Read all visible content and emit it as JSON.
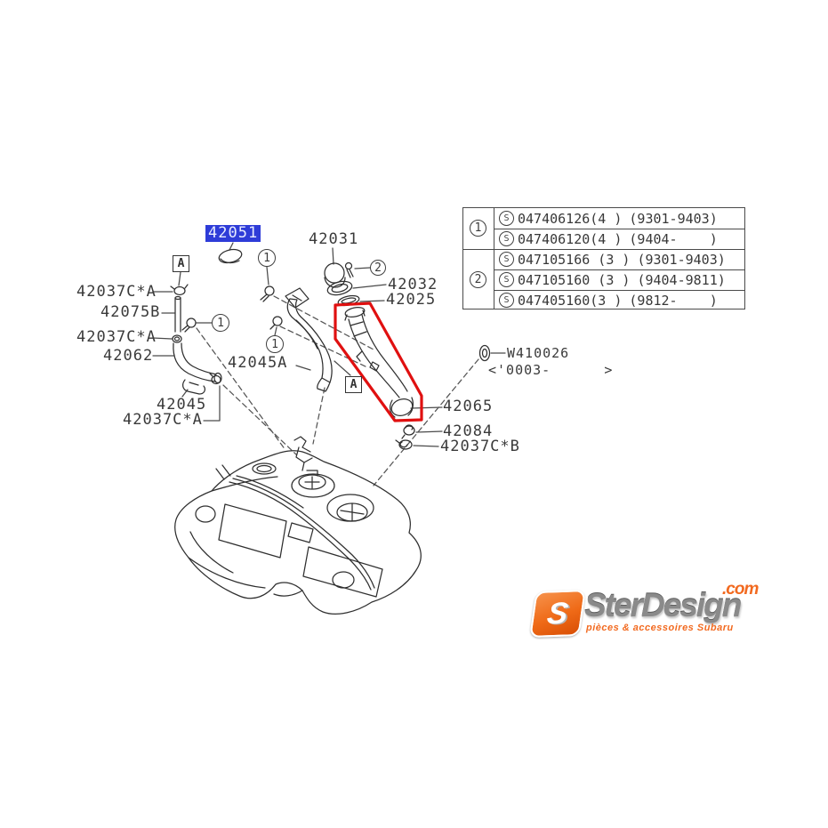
{
  "meta": {
    "kind": "subaru-fuel-filler-pipe-parts-diagram",
    "colors": {
      "line": "#2f2f2f",
      "selection_bg": "#2e3cd8",
      "selection_fg": "#e8ecff",
      "red_outline": "#e01010",
      "logo_orange": "#f26a20",
      "logo_gray": "#8a8a8a"
    },
    "selected_part": "42051",
    "red_outlined_part": "42065"
  },
  "labels": {
    "p42051": "42051",
    "p42031": "42031",
    "p42032": "42032",
    "p42025": "42025",
    "p42037ca": "42037C*A",
    "p42075b": "42075B",
    "p42062": "42062",
    "p42045a": "42045A",
    "p42045": "42045",
    "p42065": "42065",
    "p42084": "42084",
    "p42037cb": "42037C*B",
    "w410026": "W410026",
    "w410026_range": "<'0003-      >",
    "ref_a": "A",
    "ref_1": "1",
    "ref_2": "2"
  },
  "table": {
    "s_mark": "S",
    "groups": [
      {
        "ref": "1",
        "rows": [
          {
            "part": "047406126(4 )",
            "range": "(9301-9403)"
          },
          {
            "part": "047406120(4 )",
            "range": "(9404-    )"
          }
        ]
      },
      {
        "ref": "2",
        "rows": [
          {
            "part": "047105166 (3 )",
            "range": "(9301-9403)"
          },
          {
            "part": "047105160 (3 )",
            "range": "(9404-9811)"
          },
          {
            "part": "047405160(3 )",
            "range": "(9812-    )"
          }
        ]
      }
    ]
  },
  "logo": {
    "monogram": "S",
    "brand": "SterDesign",
    "tld": ".com",
    "tagline": "pièces & accessoires Subaru"
  }
}
